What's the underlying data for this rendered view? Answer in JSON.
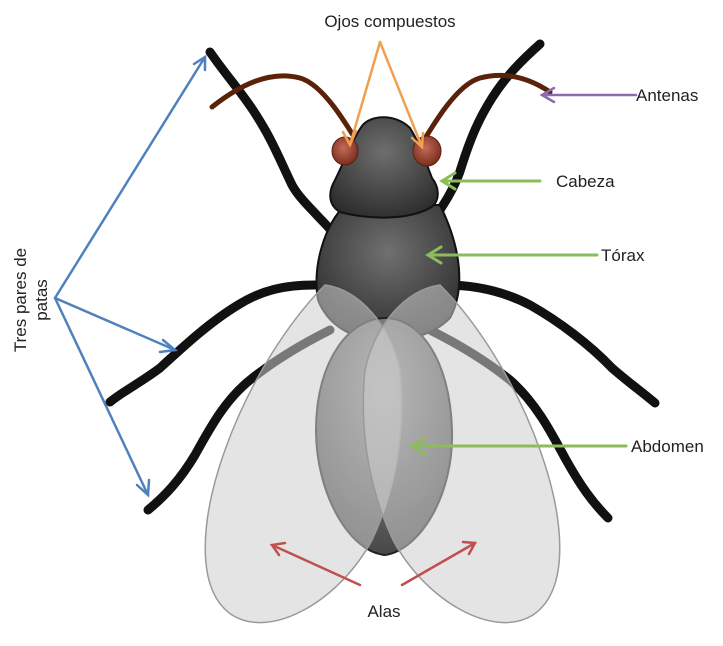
{
  "labels": {
    "eyes": "Ojos compuestos",
    "antennae": "Antenas",
    "head": "Cabeza",
    "thorax": "Tórax",
    "abdomen": "Abdomen",
    "wings": "Alas",
    "legs_line1": "Tres  pares de",
    "legs_line2": "patas"
  },
  "colors": {
    "eyes_arrow": "#f0a050",
    "antennae_arrow": "#8a6bb0",
    "body_arrow": "#8cbd5a",
    "wings_arrow": "#c0504d",
    "legs_arrow": "#4f81bd",
    "leg": "#111111",
    "antenna": "#5a2208",
    "eye": "#a04a35"
  }
}
